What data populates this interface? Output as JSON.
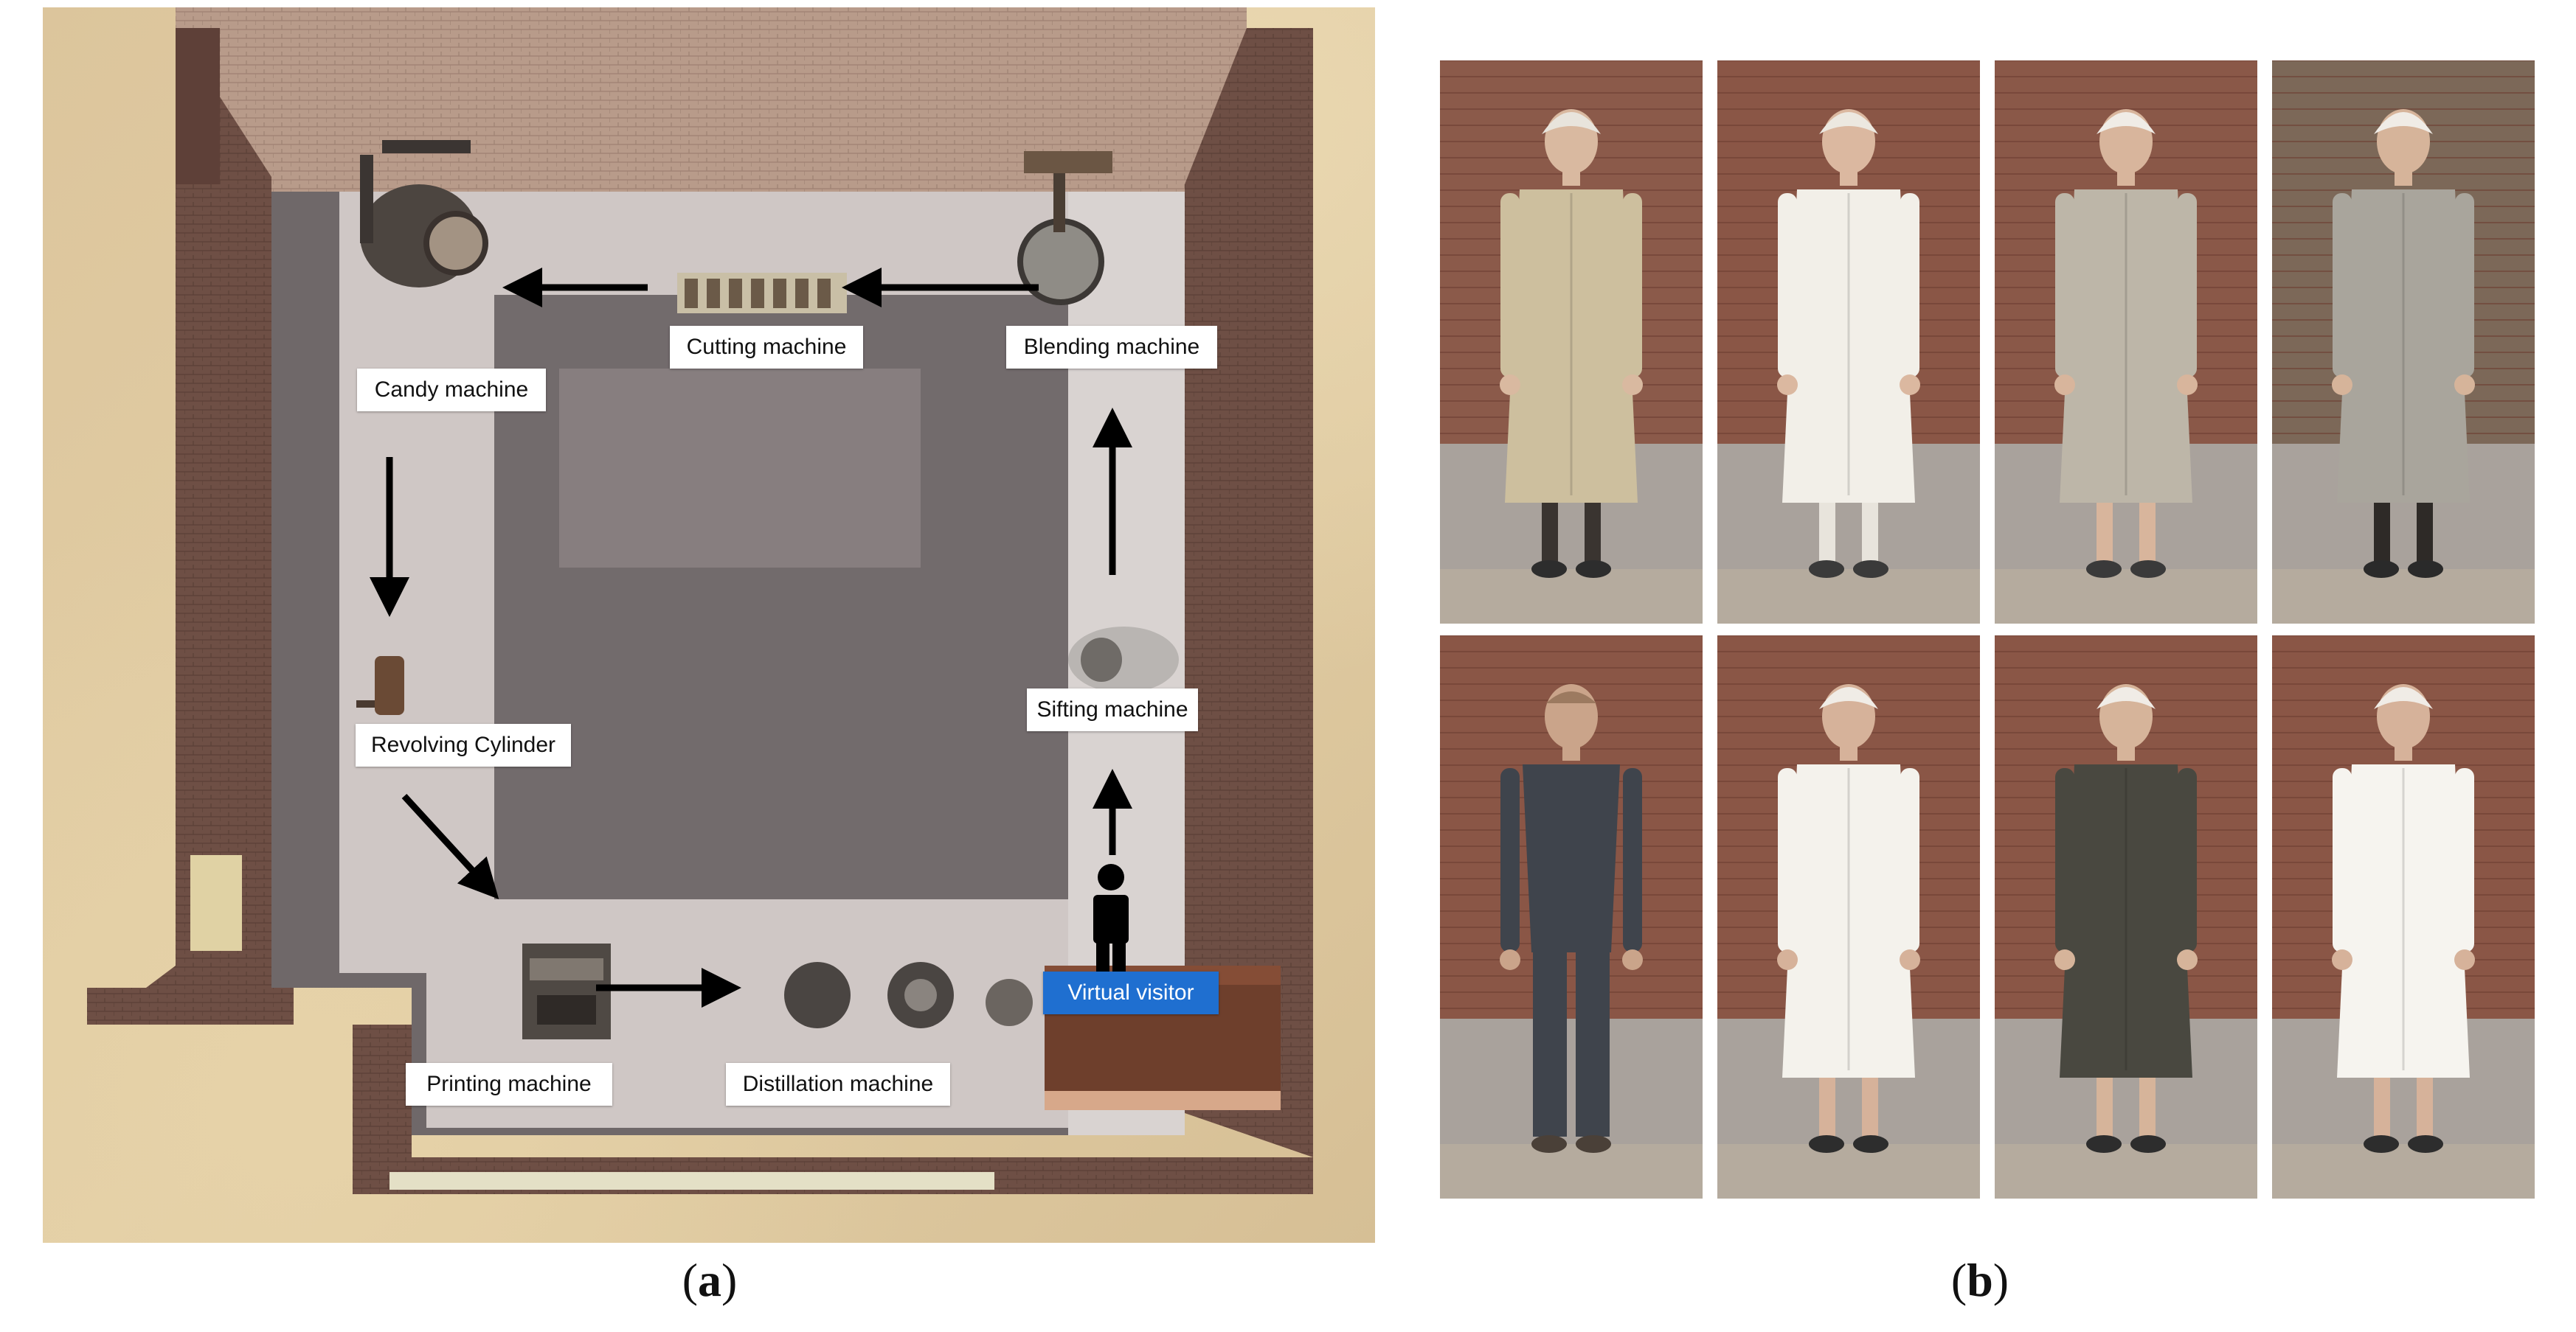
{
  "panel_a": {
    "caption_open": "(",
    "caption_letter": "a",
    "caption_close": ")",
    "labels": {
      "candy": "Candy machine",
      "cutting": "Cutting machine",
      "blending": "Blending machine",
      "revolving": "Revolving Cylinder",
      "sifting": "Sifting machine",
      "printing": "Printing machine",
      "distillation": "Distillation machine",
      "visitor": "Virtual visitor"
    },
    "colors": {
      "visitor_label": "#1f6fd0",
      "sand": "#d9c39b",
      "floor": "#6f6869",
      "walkway": "#cfc7c5"
    }
  },
  "panel_b": {
    "caption_open": "(",
    "caption_letter": "b",
    "caption_close": ")",
    "characters": [
      {
        "outfit": "#cdbf9e",
        "skin": "#d9b9a0",
        "cap": "#e8e4dc",
        "legs": "#3a3430",
        "shoes": "#2d2d2d",
        "bg": "#8b5a4a"
      },
      {
        "outfit": "#f2efe8",
        "skin": "#dbb8a0",
        "cap": "#ece8e0",
        "legs": "#e8e4dc",
        "shoes": "#3a3a3a",
        "bg": "#8a5646"
      },
      {
        "outfit": "#bdb6a8",
        "skin": "#d8b59c",
        "cap": "#f0ece6",
        "legs": "#bdb6a8",
        "shoes": "#3a3a3a",
        "bg": "#8a5848"
      },
      {
        "outfit": "#a9a59c",
        "skin": "#d6b49a",
        "cap": "#f0ece6",
        "legs": "#2e2a27",
        "shoes": "#2a2a2a",
        "bg": "#7c6858"
      },
      {
        "outfit": "#3f444c",
        "skin": "#caa48a",
        "cap": "#9c7a60",
        "legs": "#3f444c",
        "shoes": "#4a4038",
        "bg": "#8a5646"
      },
      {
        "outfit": "#f4f2ec",
        "skin": "#d6b29a",
        "cap": "#f0ece6",
        "legs": "#f4f2ec",
        "shoes": "#2d2d2d",
        "bg": "#8a5646"
      },
      {
        "outfit": "#494840",
        "skin": "#d6b49a",
        "cap": "#f0ece6",
        "legs": "#494840",
        "shoes": "#2d2d2d",
        "bg": "#8a5646"
      },
      {
        "outfit": "#f6f4ef",
        "skin": "#d6b29a",
        "cap": "#f0ece6",
        "legs": "#f6f4ef",
        "shoes": "#2d2d2d",
        "bg": "#8a5646"
      }
    ]
  }
}
